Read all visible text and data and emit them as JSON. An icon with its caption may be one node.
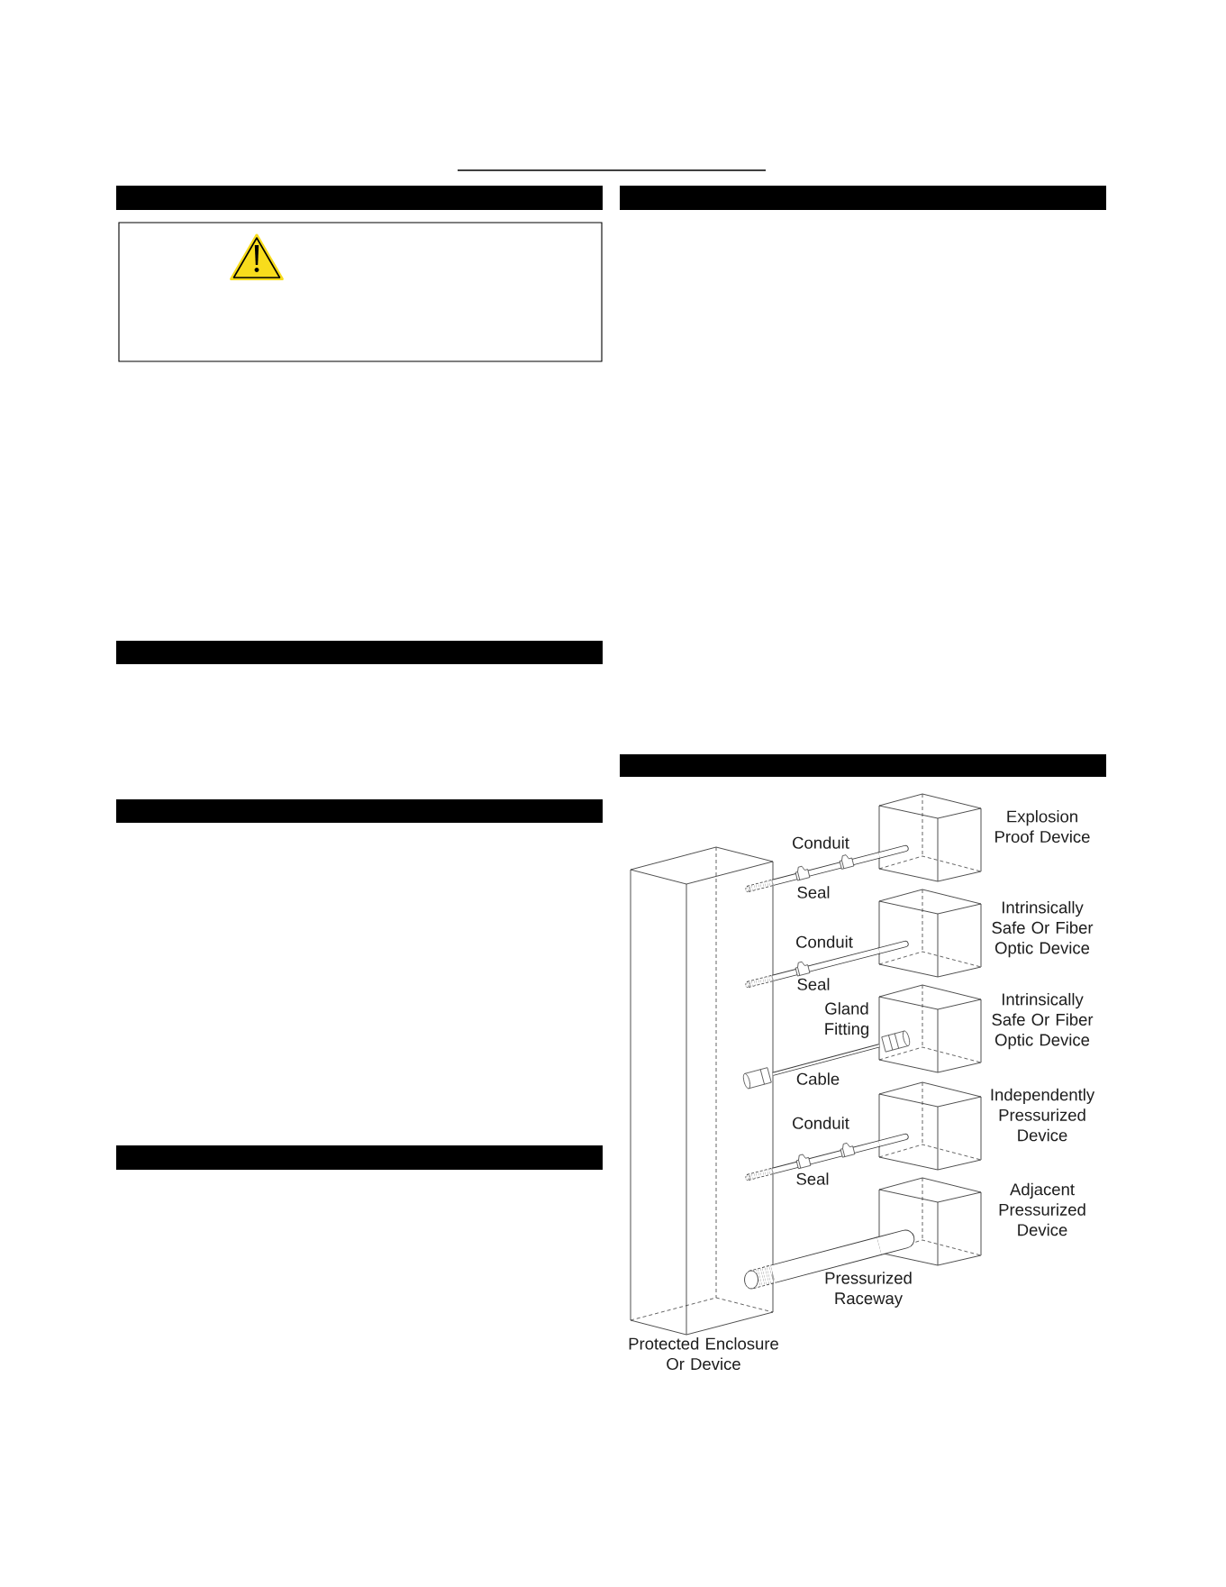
{
  "diagram": {
    "nodes": [
      {
        "text": [
          "Protected Enclosure Or Device"
        ]
      },
      {
        "text": [
          "Explosion Proof Device"
        ]
      },
      {
        "text": [
          "Intrinsically Safe Or Fiber Optic Device"
        ]
      },
      {
        "text": [
          "Intrinsically Safe Or Fiber Optic Device"
        ]
      },
      {
        "text": [
          "Independently Pressurized Device"
        ]
      },
      {
        "text": [
          "Adjacent Pressurized Device"
        ]
      }
    ],
    "edges": [
      {
        "from": 0,
        "to": 1,
        "arrow": "none"
      },
      {
        "from": 0,
        "to": 2,
        "arrow": "none"
      },
      {
        "from": 0,
        "to": 3,
        "arrow": "none"
      },
      {
        "from": 0,
        "to": 4,
        "arrow": "none"
      },
      {
        "from": 0,
        "to": 5,
        "arrow": "none",
        "style": "thick"
      }
    ],
    "labels": [
      "Conduit",
      "Seal",
      "Conduit",
      "Seal",
      "Gland Fitting",
      "Cable",
      "Conduit",
      "Seal",
      "Pressurized Raceway"
    ]
  }
}
